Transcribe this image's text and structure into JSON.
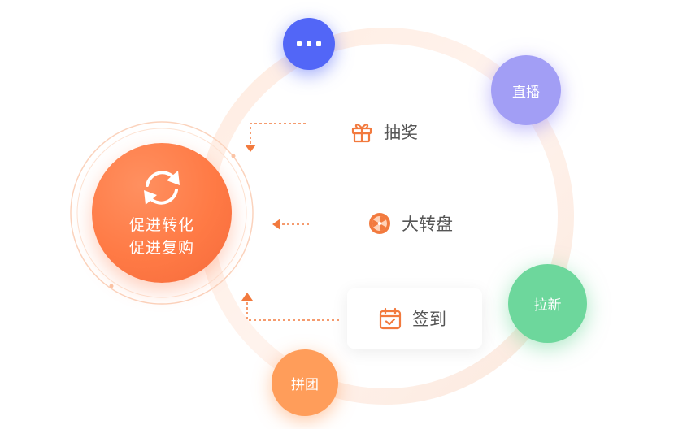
{
  "center": {
    "line1": "促进转化",
    "line2": "促进复购",
    "icon": "refresh-cycle-icon"
  },
  "orbit_nodes": {
    "more": {
      "icon": "ellipsis-icon"
    },
    "live": {
      "label": "直播"
    },
    "new_user": {
      "label": "拉新"
    },
    "group_buy": {
      "label": "拼团"
    }
  },
  "activities": [
    {
      "label": "抽奖",
      "icon": "gift-icon"
    },
    {
      "label": "大转盘",
      "icon": "wheel-icon"
    },
    {
      "label": "签到",
      "icon": "calendar-check-icon"
    }
  ],
  "colors": {
    "accent": "#ff7a45",
    "more": "#5266f7",
    "live": "#a29ef5",
    "new_user": "#6dd79c",
    "group_buy": "#ff9d5a",
    "text": "#555555"
  }
}
